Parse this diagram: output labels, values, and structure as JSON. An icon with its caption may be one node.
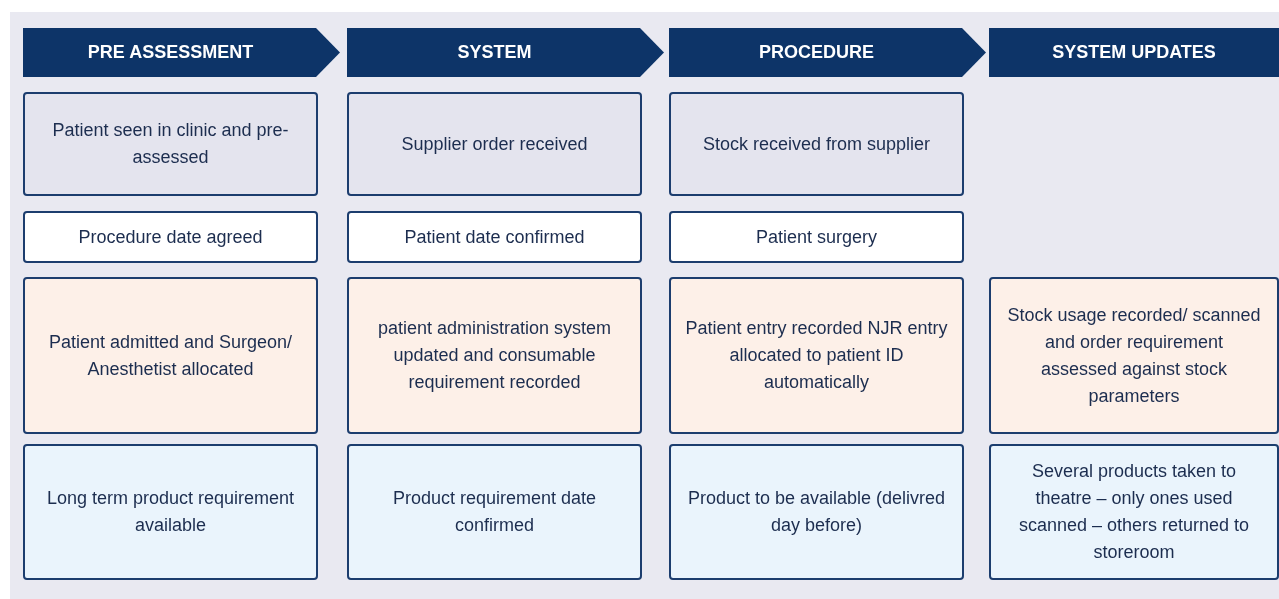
{
  "diagram": {
    "nodes": [
      {
        "text": [
          "PRE ASSESSMENT"
        ]
      },
      {
        "text": [
          "SYSTEM"
        ]
      },
      {
        "text": [
          "PROCEDURE"
        ]
      },
      {
        "text": [
          "SYSTEM UPDATES"
        ]
      },
      {
        "text": [
          "Patient seen in clinic and pre-assessed"
        ]
      },
      {
        "text": [
          "Supplier order received"
        ]
      },
      {
        "text": [
          "Stock received from supplier"
        ]
      },
      {
        "text": [
          "Procedure date agreed"
        ]
      },
      {
        "text": [
          "Patient date confirmed"
        ]
      },
      {
        "text": [
          "Patient surgery"
        ]
      },
      {
        "text": [
          "Patient admitted and Surgeon/ Anesthetist allocated"
        ]
      },
      {
        "text": [
          "patient administration system updated and consumable requirement recorded"
        ]
      },
      {
        "text": [
          "Patient entry recorded NJR entry allocated to patient ID automatically"
        ]
      },
      {
        "text": [
          "Stock usage recorded/ scanned and order requirement assessed against stock parameters"
        ]
      },
      {
        "text": [
          "Long term product requirement available"
        ]
      },
      {
        "text": [
          "Product requirement date confirmed"
        ]
      },
      {
        "text": [
          "Product to be available (delivred day before)"
        ]
      },
      {
        "text": [
          "Several products taken to theatre – only ones used scanned – others returned to storeroom"
        ]
      }
    ],
    "edges": []
  }
}
